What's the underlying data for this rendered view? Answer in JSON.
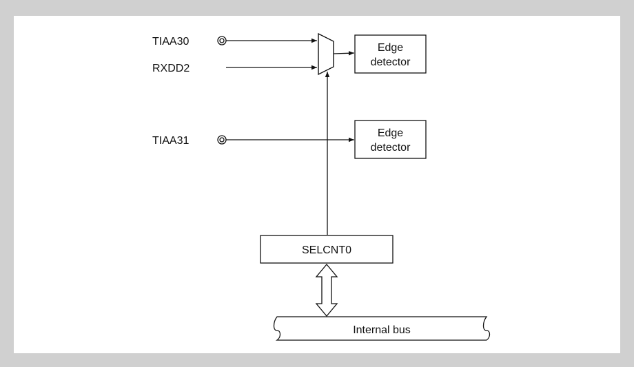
{
  "signals": {
    "tiaa30": "TIAA30",
    "rxdd2": "RXDD2",
    "tiaa31": "TIAA31"
  },
  "edge_detector_top": {
    "line1": "Edge",
    "line2": "detector"
  },
  "edge_detector_bottom": {
    "line1": "Edge",
    "line2": "detector"
  },
  "register": "SELCNT0",
  "bus": "Internal bus",
  "colors": {
    "background": "#d0d0d0",
    "panel": "#ffffff",
    "stroke": "#111111"
  }
}
